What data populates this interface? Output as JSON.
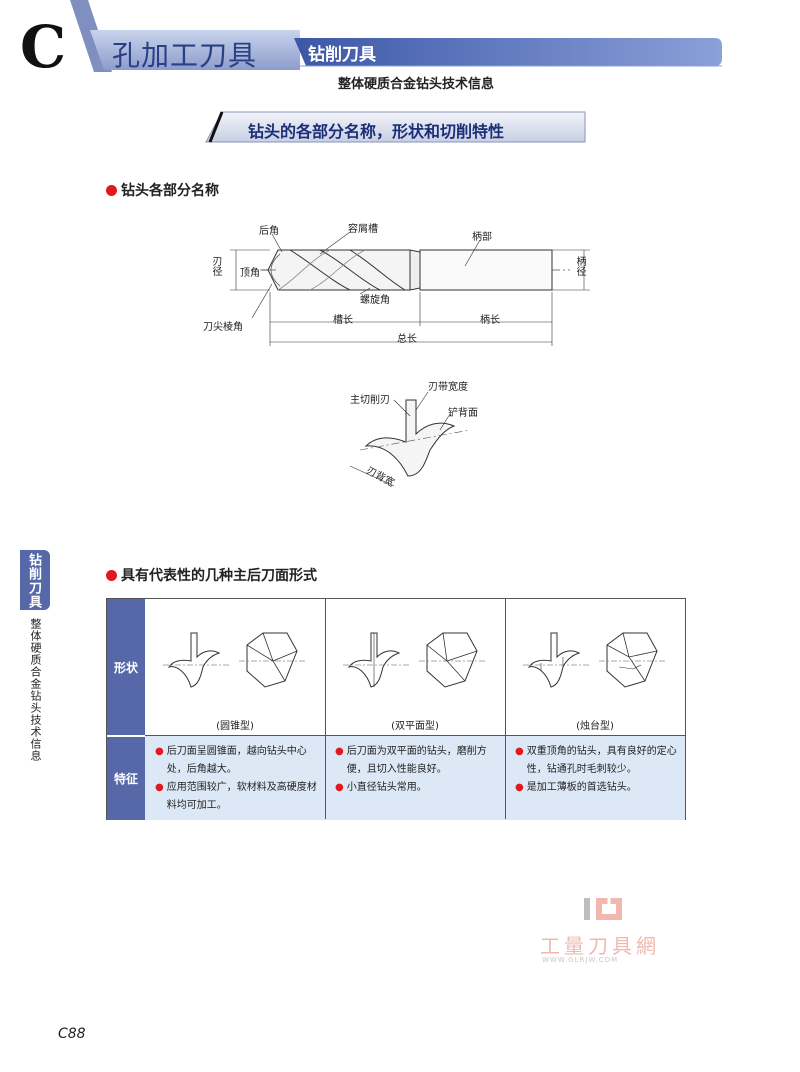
{
  "header": {
    "letter": "C",
    "title": "孔加工刀具",
    "subtitle": "钻削刀具",
    "subtitle2": "整体硬质合金钻头技术信息"
  },
  "banner": {
    "title": "钻头的各部分名称，形状和切削特性"
  },
  "section1": {
    "heading": "钻头各部分名称",
    "labels": {
      "relief_angle": "后角",
      "flute": "容屑槽",
      "shank": "柄部",
      "diameter": "刃径",
      "point_angle": "顶角",
      "shank_diameter": "柄径",
      "helix_angle": "螺旋角",
      "chisel_edge": "刀尖棱角",
      "flute_length": "槽长",
      "shank_length": "柄长",
      "overall_length": "总长"
    }
  },
  "section_cross": {
    "labels": {
      "main_edge": "主切削刃",
      "margin_width": "刃带宽度",
      "heel": "铲背面",
      "body_clearance": "刃背宽"
    }
  },
  "side_tab": {
    "title": "钻削刀具",
    "subtitle": "整体硬质合金钻头技术信息"
  },
  "section2": {
    "heading": "具有代表性的几种主后刀面形式",
    "row_shape": "形状",
    "row_feature": "特征",
    "columns": [
      {
        "caption": "(圆锥型)",
        "features": [
          "后刀面呈圆锥面，越向钻头中心处，后角越大。",
          "应用范围较广，软材料及高硬度材料均可加工。"
        ]
      },
      {
        "caption": "(双平面型)",
        "features": [
          "后刀面为双平面的钻头，磨削方便，且切入性能良好。",
          "小直径钻头常用。"
        ]
      },
      {
        "caption": "(烛台型)",
        "features": [
          "双重顶角的钻头，具有良好的定心性，钻通孔时毛刺较少。",
          "是加工薄板的首选钻头。"
        ]
      }
    ]
  },
  "watermark": {
    "name": "工量刀具網",
    "url": "WWW.GLRJW.COM"
  },
  "page_number": "C88",
  "colors": {
    "accent_blue": "#5668a8",
    "title_blue": "#2a3f86",
    "red": "#e0191f",
    "feature_bg": "#dde8f6"
  }
}
